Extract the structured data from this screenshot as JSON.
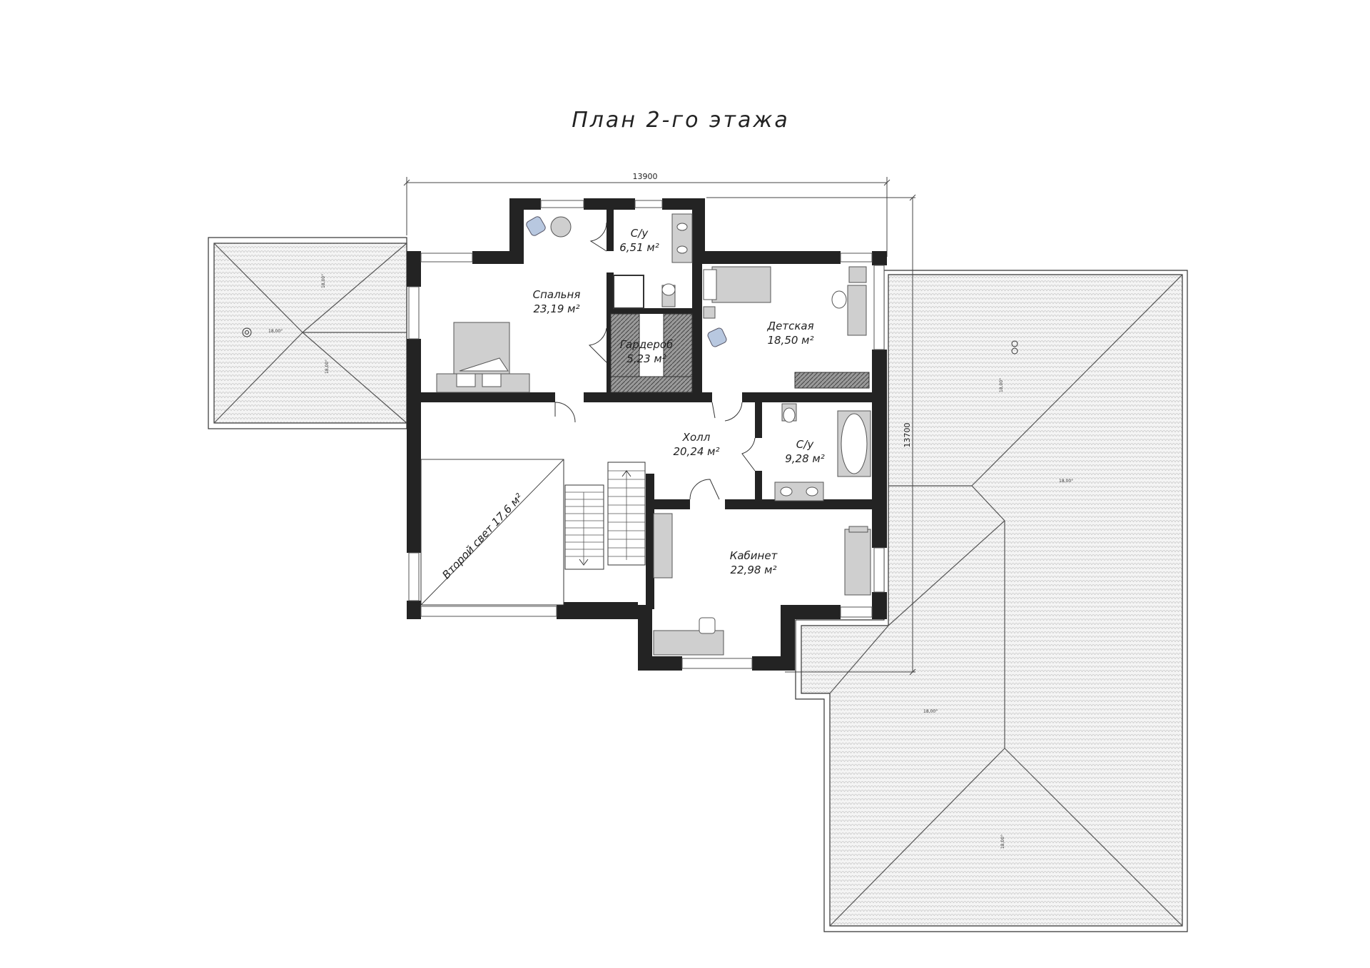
{
  "title": "План 2-го этажа",
  "dimensions": {
    "width": "13900",
    "height": "13700"
  },
  "rooms": {
    "bedroom": {
      "name": "Спальня",
      "area": "23,19 м²"
    },
    "bath1": {
      "name": "С/у",
      "area": "6,51 м²"
    },
    "wardrobe": {
      "name": "Гардероб",
      "area": "5,23 м²"
    },
    "kids": {
      "name": "Детская",
      "area": "18,50 м²"
    },
    "hall": {
      "name": "Холл",
      "area": "20,24 м²"
    },
    "bath2": {
      "name": "С/у",
      "area": "9,28 м²"
    },
    "office": {
      "name": "Кабинет",
      "area": "22,98 м²"
    },
    "second_light": {
      "name": "Второй свет 17,6 м²"
    }
  },
  "roof_slopes": {
    "left_top": "18,00°",
    "left_mid": "18,00°",
    "left_bottom": "18,00°",
    "right_top": "18,00°",
    "right_mid": "18,00°",
    "right_lower": "18,00°",
    "right_bottom": "18,00°"
  }
}
